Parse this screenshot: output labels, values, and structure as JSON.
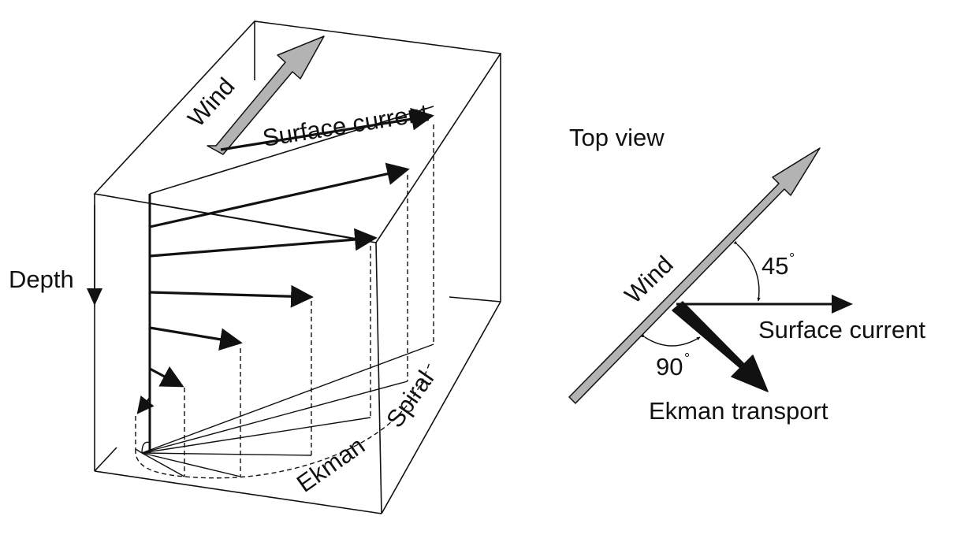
{
  "diagram": {
    "labels": {
      "wind_3d": "Wind",
      "surface_current_3d": "Surface current",
      "depth": "Depth",
      "ekman": "Ekman",
      "spiral": "Spiral",
      "top_view_title": "Top view",
      "wind_top": "Wind",
      "angle_45": "45",
      "degree_symbol": "°",
      "surface_current_top": "Surface current",
      "angle_90": "90",
      "ekman_transport": "Ekman transport"
    },
    "colors": {
      "line": "#111111",
      "wind_arrow_fill": "#b3b3b3",
      "background": "#ffffff"
    }
  }
}
